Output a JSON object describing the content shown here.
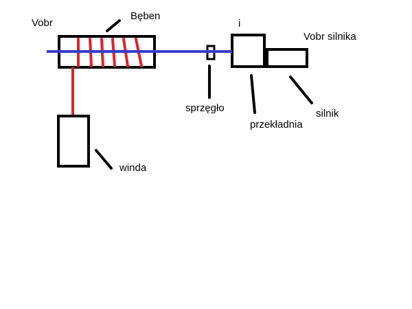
{
  "labels": {
    "vobr": "Vobr",
    "beben": "Bęben",
    "i": "i",
    "vobr_silnika": "Vobr silnika",
    "sprzeglo": "sprzęgło",
    "przekladnia": "przekładnia",
    "silnik": "silnik",
    "winda": "winda"
  },
  "colors": {
    "outline": "#000000",
    "shaft": "#3b3bcc",
    "rope": "#e0222a",
    "background": "#ffffff"
  }
}
